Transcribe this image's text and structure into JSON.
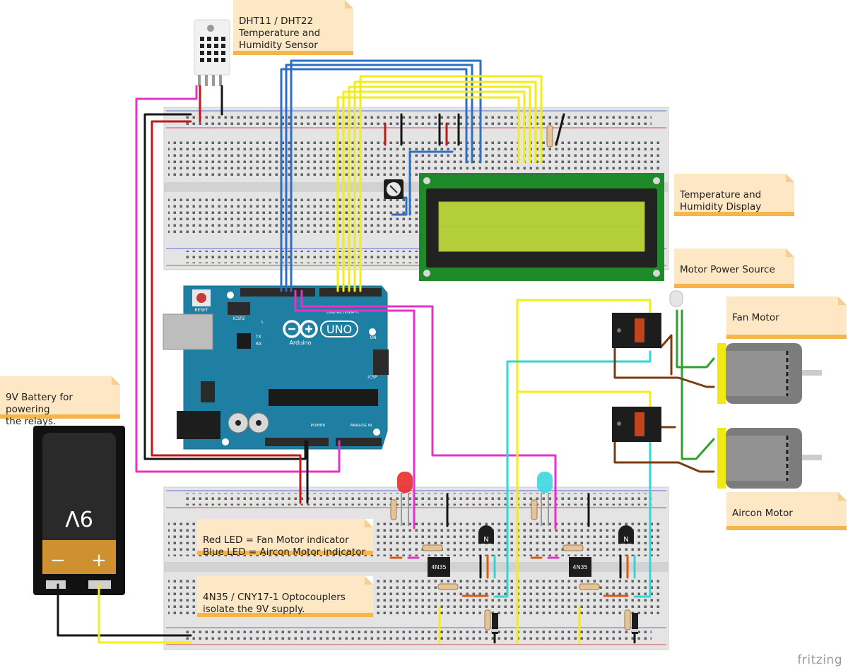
{
  "notes": {
    "sensor": "DHT11 / DHT22\nTemperature and\nHumidity Sensor",
    "display": "Temperature and\nHumidity Display",
    "motor_power": "Motor Power Source",
    "fan": "Fan Motor",
    "battery": "9V Battery for powering\nthe relays.",
    "aircon": "Aircon Motor",
    "leds": "Red LED = Fan Motor indicator\nBlue LED = Aircon Motor indicator",
    "opto": "4N35 / CNY17-1 Optocouplers\nisolate the 9V supply."
  },
  "arduino": {
    "brand": "UNO",
    "sub": "Arduino",
    "reset": "RESET",
    "icsp2": "ICSP2",
    "icsp": "ICSP",
    "on": "ON",
    "l": "L",
    "tx": "TX",
    "rx": "RX",
    "digital": "DIGITAL (PWM~)",
    "power": "POWER",
    "analog": "ANALOG IN"
  },
  "battery_label": "9V",
  "battery_minus": "−",
  "battery_plus": "+",
  "opto_chip": "4N35",
  "transistor_letter": "N",
  "logo": "fritzing",
  "colors": {
    "breadboard": "#e4e4e4",
    "arduino": "#1f7fa3",
    "lcd_screen": "#b5cf3a",
    "wire_yellow": "#f2ec1a",
    "wire_blue": "#2f6fc1",
    "wire_magenta": "#e632c8",
    "wire_cyan": "#31d6d6",
    "wire_red": "#c21818",
    "wire_black": "#151515",
    "wire_green": "#2ea02e",
    "wire_brown": "#7a3b10",
    "note_bg": "#fde7c4",
    "note_border": "#f6b54a"
  }
}
